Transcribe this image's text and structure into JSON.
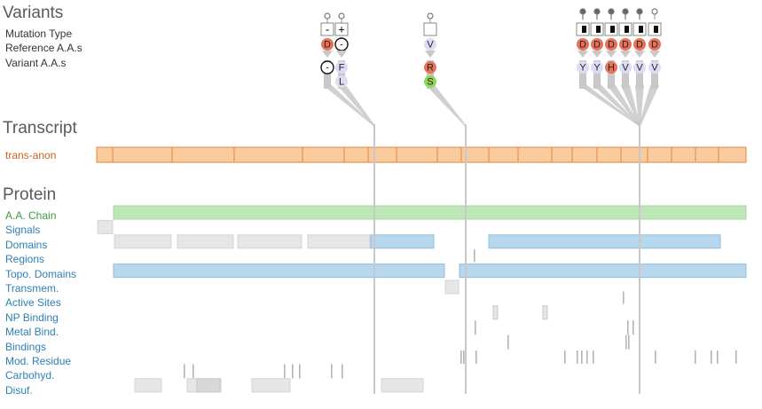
{
  "variants": {
    "title": "Variants",
    "row_labels": [
      "Mutation Type",
      "Reference A.A.s",
      "Variant A.A.s"
    ],
    "groups": [
      {
        "types": [
          "-",
          "+"
        ],
        "reference": [
          "D",
          "-"
        ],
        "variant": [
          [
            "-"
          ],
          [
            "F",
            "L"
          ]
        ]
      },
      {
        "types": [
          ""
        ],
        "reference": [
          "V"
        ],
        "variant": [
          [
            "R",
            "S"
          ]
        ]
      },
      {
        "types": [
          "◧",
          "◧",
          "◧",
          "◧",
          "◧",
          "◧"
        ],
        "reference": [
          "D",
          "D",
          "D",
          "D",
          "D",
          "D"
        ],
        "variant": [
          [
            "Y"
          ],
          [
            "Y"
          ],
          [
            "H"
          ],
          [
            "V"
          ],
          [
            "V"
          ],
          [
            "V"
          ]
        ]
      }
    ]
  },
  "transcript": {
    "title": "Transcript",
    "label": "trans-anon",
    "color": "#f9cc9f",
    "border": "#e7853c"
  },
  "protein": {
    "title": "Protein",
    "tracks": [
      {
        "label": "A.A. Chain",
        "color": "#3a9a3a"
      },
      {
        "label": "Signals",
        "color": "#2e7fb5"
      },
      {
        "label": "Domains",
        "color": "#2e7fb5"
      },
      {
        "label": "Regions",
        "color": "#2e7fb5"
      },
      {
        "label": "Topo. Domains",
        "color": "#2e7fb5"
      },
      {
        "label": "Transmem.",
        "color": "#2e7fb5"
      },
      {
        "label": "Active Sites",
        "color": "#2e7fb5"
      },
      {
        "label": "NP Binding",
        "color": "#2e7fb5"
      },
      {
        "label": "Metal Bind.",
        "color": "#2e7fb5"
      },
      {
        "label": "Bindings",
        "color": "#2e7fb5"
      },
      {
        "label": "Mod. Residue",
        "color": "#2e7fb5"
      },
      {
        "label": "Carbohyd.",
        "color": "#2e7fb5"
      },
      {
        "label": "Disuf.",
        "color": "#2e7fb5"
      }
    ]
  },
  "colors": {
    "section_title": "#5a5a5a",
    "ref_circle": "#e8735a",
    "var_circle": "#dcdcf4",
    "var_circle_green": "#8fd65a",
    "chain": "#bfe6b8",
    "domain_blue": "#b7d7ec",
    "grey_feature": "#e6e6e6",
    "connector": "#c8c8c8"
  }
}
